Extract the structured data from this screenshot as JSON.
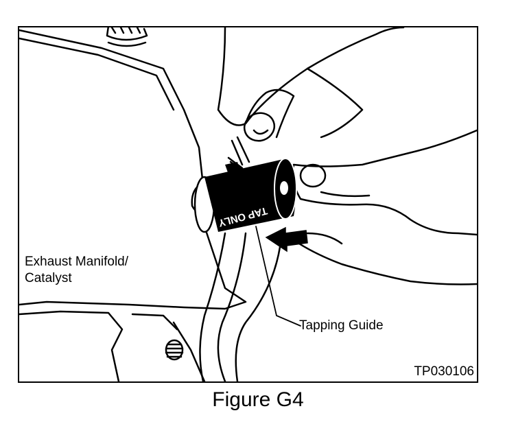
{
  "figure": {
    "caption": "Figure G4",
    "image_id": "TP030106",
    "labels": {
      "manifold_line1": "Exhaust Manifold/",
      "manifold_line2": "Catalyst",
      "guide": "Tapping Guide"
    },
    "guide_text": "TAP ONLY"
  },
  "colors": {
    "ink": "#000000",
    "paper": "#ffffff"
  },
  "icons": [
    "arrow-icon"
  ]
}
